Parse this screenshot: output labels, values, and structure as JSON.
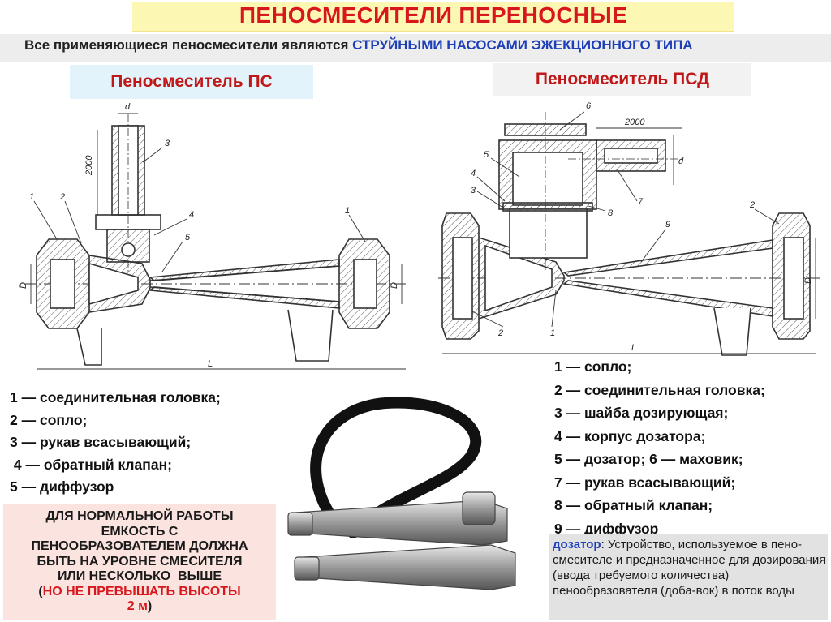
{
  "header": {
    "title": "ПЕНОСМЕСИТЕЛИ ПЕРЕНОСНЫЕ",
    "subtitle_prefix": "Все применяющиеся пеносмесители являются",
    "subtitle_highlight": "СТРУЙНЫМИ НАСОСАМИ ЭЖЕКЦИОННОГО ТИПА"
  },
  "ps": {
    "label": "Пеносмеситель ПС",
    "dim_2000": "2000",
    "dim_d": "d",
    "dim_D": "D",
    "dim_L": "L",
    "callouts": [
      "1",
      "2",
      "3",
      "4",
      "5",
      "1"
    ],
    "legend": [
      "1 — соединительная головка;",
      "2 — сопло;",
      "3 — рукав всасывающий;",
      " 4 — обратный клапан;",
      "5 — диффузор"
    ]
  },
  "psd": {
    "label": "Пеносмеситель ПСД",
    "dim_2000": "2000",
    "dim_d": "d",
    "dim_D": "D",
    "dim_L": "L",
    "callouts": [
      "6",
      "5",
      "4",
      "3",
      "7",
      "8",
      "9",
      "2",
      "2",
      "1"
    ],
    "legend": [
      "1 — сопло;",
      "2 — соединительная головка;",
      "3 — шайба дозирующая;",
      "4 — корпус дозатора;",
      "5 — дозатор; 6 — маховик;",
      "7 — рукав всасывающий;",
      "8 — обратный клапан;",
      "9 — диффузор"
    ]
  },
  "note": {
    "line1": "ДЛЯ НОРМАЛЬНОЙ РАБОТЫ",
    "line2": "ЕМКОСТЬ С",
    "line3": "ПЕНООБРАЗОВАТЕЛЕМ ДОЛЖНА",
    "line4": "БЫТЬ НА УРОВНЕ СМЕСИТЕЛЯ",
    "line5": "ИЛИ НЕСКОЛЬКО  ВЫШЕ",
    "line6_open": "(",
    "line6_red": "НО НЕ ПРЕВЫШАТЬ ВЫСОТЫ",
    "line7_red": "2 м",
    "line7_close": ")"
  },
  "definition": {
    "term": "дозатор",
    "text": ": Устройство, используемое в пено-смесителе и предназначенное для дозирования (ввода требуемого количества) пенообразователя (доба-вок) в поток воды"
  }
}
